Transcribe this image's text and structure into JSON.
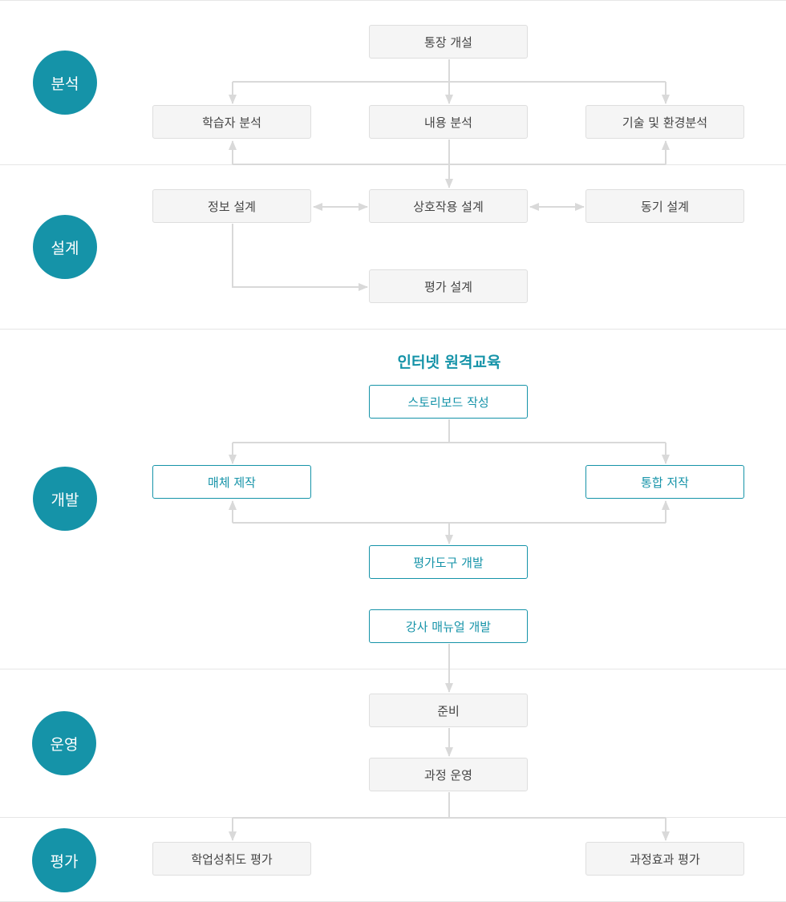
{
  "colors": {
    "accent": "#1593a8",
    "box_fill": "#f5f5f5",
    "box_border": "#dedede",
    "line": "#d9d9d9",
    "divider": "#e6e6e6",
    "text": "#444444"
  },
  "phases": {
    "analysis": "분석",
    "design": "설계",
    "development": "개발",
    "operation": "운영",
    "evaluation": "평가"
  },
  "analysis": {
    "account_open": "통장 개설",
    "learner_analysis": "학습자 분석",
    "content_analysis": "내용 분석",
    "tech_env_analysis": "기술 및 환경분석"
  },
  "design": {
    "info_design": "정보 설계",
    "interaction_design": "상호작용 설계",
    "motivation_design": "동기 설계",
    "eval_design": "평가 설계"
  },
  "development": {
    "title": "인터넷 원격교육",
    "storyboard": "스토리보드 작성",
    "media_production": "매체 제작",
    "integrated_authoring": "통합 저작",
    "eval_tool_dev": "평가도구 개발",
    "instructor_manual_dev": "강사 매뉴얼 개발"
  },
  "operation": {
    "prepare": "준비",
    "course_operation": "과정 운영"
  },
  "evaluation": {
    "achievement_eval": "학업성취도 평가",
    "course_effect_eval": "과정효과 평가"
  }
}
